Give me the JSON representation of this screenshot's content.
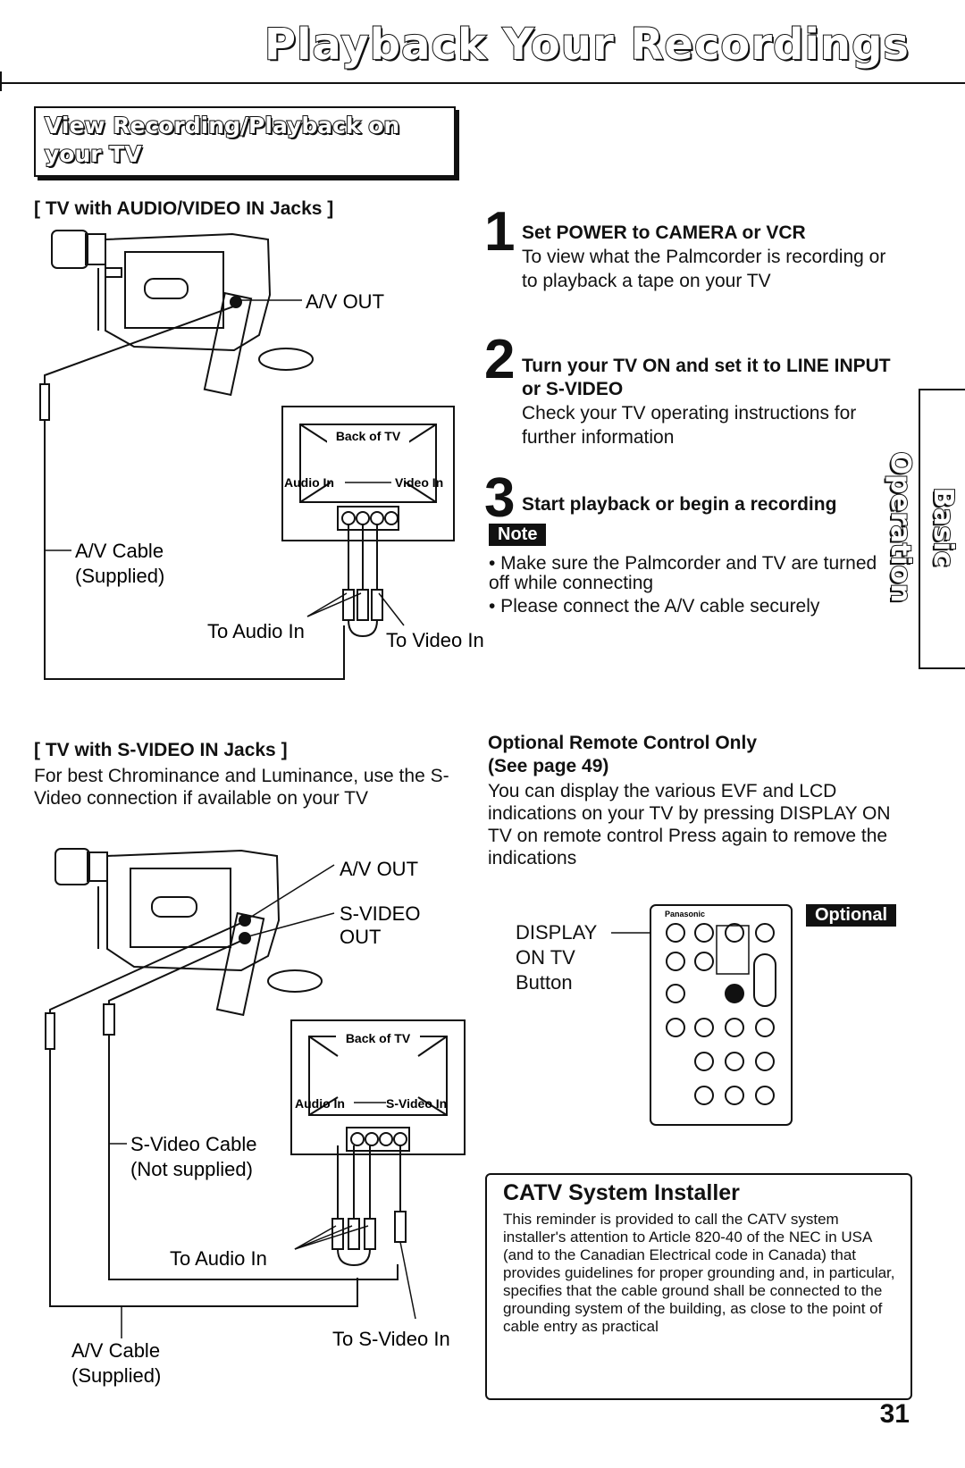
{
  "page": {
    "title": "Playback Your Recordings",
    "number": "31",
    "side_tab": "Basic Operation"
  },
  "section": {
    "title": "View Recording/Playback on your TV"
  },
  "av_setup": {
    "heading": "[ TV with AUDIO/VIDEO IN Jacks ]",
    "av_out": "A/V OUT",
    "back_of_tv": "Back of TV",
    "audio_in": "Audio In",
    "video_in": "Video In",
    "cable_line1": "A/V Cable",
    "cable_line2": "(Supplied)",
    "to_audio_in": "To Audio In",
    "to_video_in": "To Video In"
  },
  "steps": [
    {
      "number": "1",
      "title": "Set POWER to CAMERA or VCR",
      "text": "To view what the Palmcorder is recording or to playback a tape on your TV"
    },
    {
      "number": "2",
      "title": "Turn your TV ON and set it to LINE INPUT or S-VIDEO",
      "text": "Check your TV operating instructions for further information"
    },
    {
      "number": "3",
      "title": "Start playback or begin a recording",
      "text": ""
    }
  ],
  "note": {
    "badge": "Note",
    "items": [
      "• Make sure the Palmcorder and TV are turned off while connecting",
      "• Please connect the A/V cable securely"
    ]
  },
  "svideo_setup": {
    "heading": "[ TV with S-VIDEO IN Jacks ]",
    "intro": "For best Chrominance and Luminance, use the S-Video connection if available on your TV",
    "av_out": "A/V OUT",
    "svideo_out_line1": "S-VIDEO",
    "svideo_out_line2": "OUT",
    "back_of_tv": "Back of TV",
    "audio_in": "Audio In",
    "svideo_in": "S-Video In",
    "svideo_cable_line1": "S-Video Cable",
    "svideo_cable_line2": "(Not supplied)",
    "to_audio_in": "To Audio In",
    "to_svideo_in": "To S-Video In",
    "av_cable_line1": "A/V Cable",
    "av_cable_line2": "(Supplied)"
  },
  "remote": {
    "heading_line1": "Optional Remote Control Only",
    "heading_line2": "(See page 49)",
    "text": "You can display the various EVF and LCD indications on your TV by pressing DISPLAY ON TV on remote control  Press again to remove the indications",
    "badge": "Optional",
    "button_line1": "DISPLAY",
    "button_line2": "ON TV",
    "button_line3": "Button",
    "brand": "Panasonic"
  },
  "catv": {
    "title": "CATV System Installer",
    "text": "This reminder is provided to call the CATV system installer's attention to Article 820-40 of the NEC in USA (and to the Canadian Electrical code in Canada) that provides guidelines for proper grounding and, in particular, specifies that the cable ground shall be connected to the grounding system of the building, as close to the point of cable entry as practical"
  }
}
